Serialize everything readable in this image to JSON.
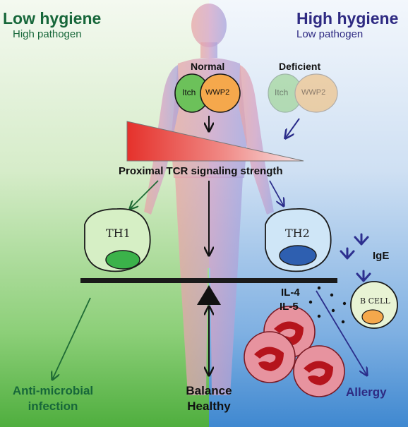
{
  "left_panel": {
    "title": "Low hygiene",
    "subtitle": "High pathogen",
    "outcome_line1": "Anti-microbial",
    "outcome_line2": "infection",
    "color": "#17673a"
  },
  "right_panel": {
    "title": "High hygiene",
    "subtitle": "Low pathogen",
    "outcome": "Allergy",
    "color": "#2e2a82"
  },
  "complex_normal": {
    "label": "Normal",
    "left_protein": "Itch",
    "right_protein": "WWP2"
  },
  "complex_deficient": {
    "label": "Deficient",
    "left_protein": "Itch",
    "right_protein": "WWP2"
  },
  "signal": {
    "label": "Proximal TCR signaling strength"
  },
  "cells": {
    "th1": "TH1",
    "th2": "TH2",
    "bcell": "B CELL",
    "ige": "IgE"
  },
  "cytokines": {
    "il4": "IL-4",
    "il5": "IL-5"
  },
  "center_outcome": {
    "line1": "Balance",
    "line2": "Healthy"
  },
  "icons": [
    "human-silhouette",
    "scale-fulcrum",
    "antibody-icon",
    "red-blood-cell"
  ],
  "colors": {
    "itch": "#6cc15a",
    "wwp2": "#f5a84c",
    "th1_nucleus": "#3bb24a",
    "th2_nucleus": "#2e5fb0",
    "gradient_red": "#e5312b"
  }
}
